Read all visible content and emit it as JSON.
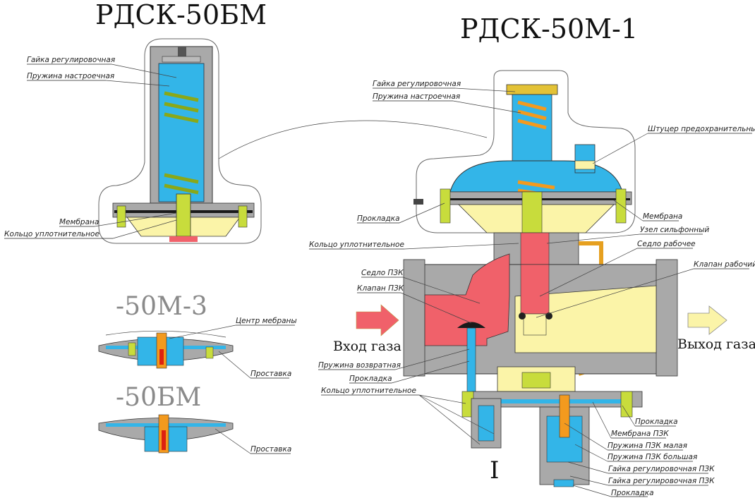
{
  "titles": {
    "left": "РДСК-50БМ",
    "right": "РДСК-50М-1",
    "m3": "-50М-3",
    "bm": "-50БМ"
  },
  "flow": {
    "inlet": "Вход газа",
    "outlet": "Выход газа"
  },
  "section_mark": "I",
  "labels_left": {
    "nut": "Гайка регулировочная",
    "spring": "Пружина настроечная",
    "membrane": "Мембрана",
    "rings": "Кольцо уплотнительное"
  },
  "labels_m3": {
    "center": "Центр мебраны",
    "spacer": "Проставка"
  },
  "labels_bm": {
    "spacer": "Проставка"
  },
  "labels_right": {
    "nut": "Гайка регулировочная",
    "spring": "Пружина настроечная",
    "fitting": "Штуцер предохранительный",
    "gasket": "Прокладка",
    "membrane": "Мембрана",
    "bellows": "Узел сильфонный",
    "rings": "Кольцо уплотнительное",
    "seat_work": "Седло рабочее",
    "valve_work": "Клапан рабочий",
    "seat_pzk": "Седло ПЗК",
    "valve_pzk": "Клапан ПЗК",
    "return_spring": "Пружина возвратная",
    "gasket2": "Прокладка",
    "rings2": "Кольцо уплотнительное",
    "gasket3": "Прокладка",
    "membrane_pzk": "Мембрана ПЗК",
    "spring_pzk_small": "Пружина ПЗК малая",
    "spring_pzk_big": "Пружина ПЗК большая",
    "nut_pzk1": "Гайка регулировочная ПЗК",
    "nut_pzk2": "Гайка регулировочная ПЗК",
    "gasket4": "Прокладка"
  },
  "colors": {
    "gas_chamber": "#33b5e8",
    "body": "#a9a9a9",
    "inlet_zone": "#f0616a",
    "outlet_zone": "#fbf4a8",
    "spring": "#f39a1e",
    "green_parts": "#c8dc3c"
  }
}
